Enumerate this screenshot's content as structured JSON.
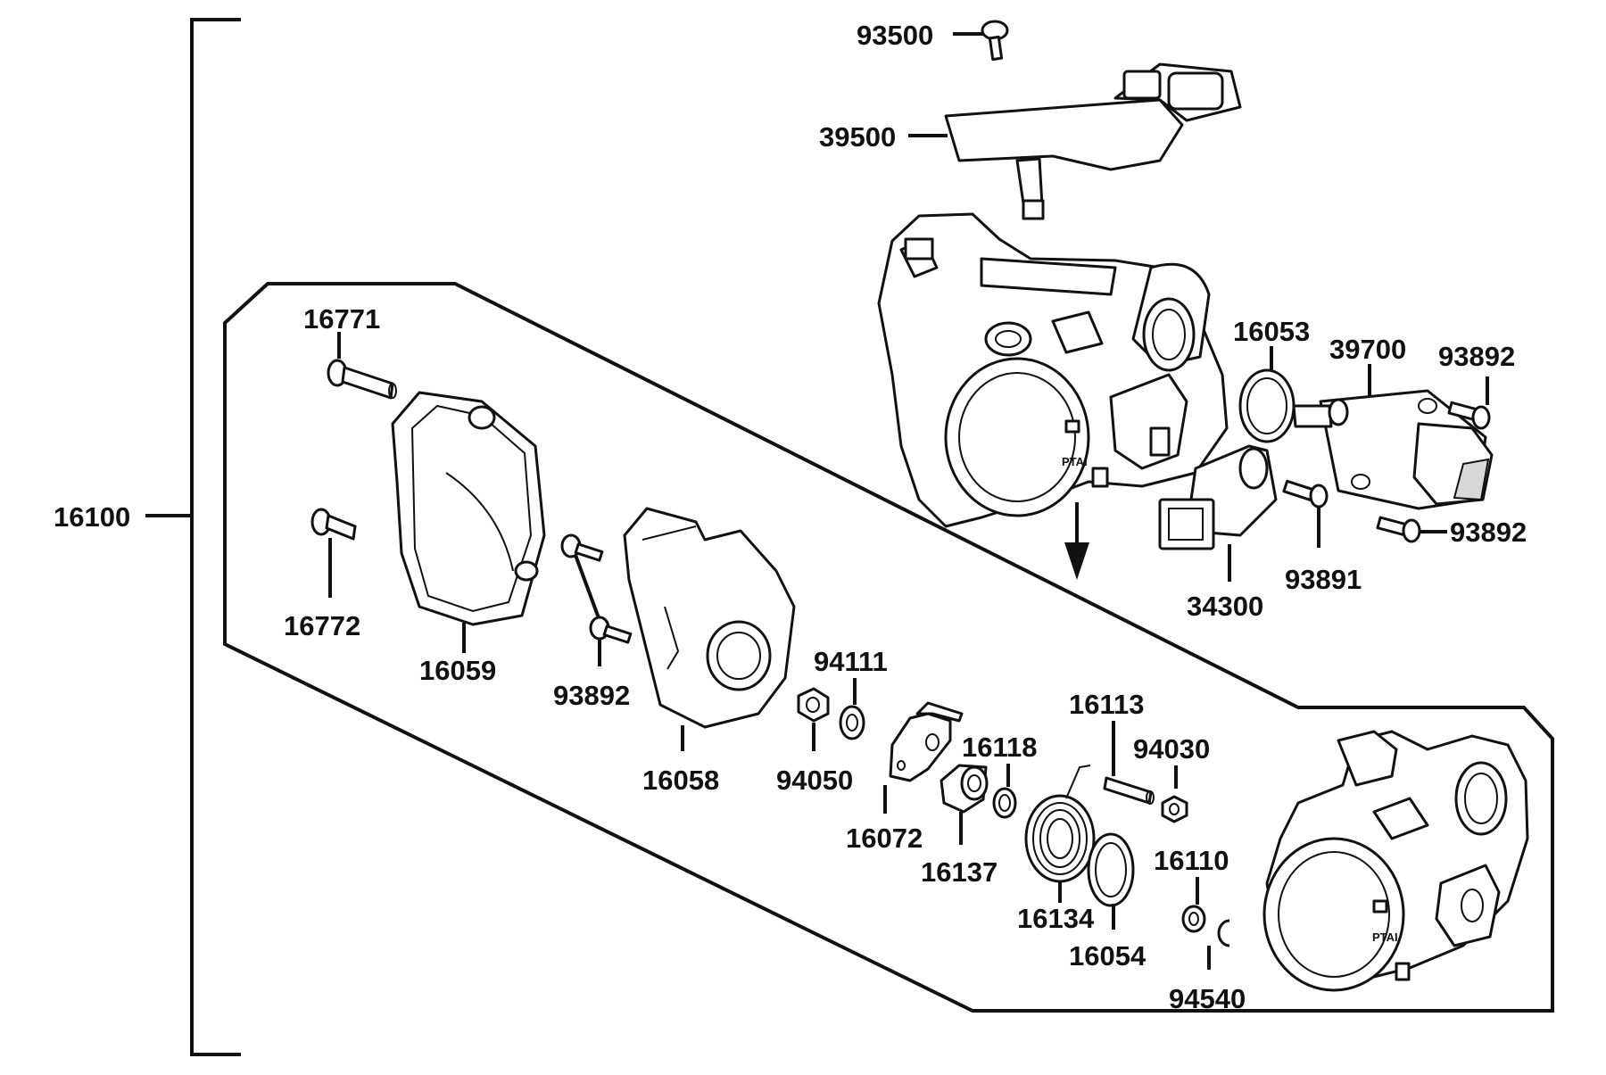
{
  "assembly_label": "16100",
  "part_labels": {
    "p93500": "93500",
    "p39500": "39500",
    "p16771": "16771",
    "p16772": "16772",
    "p16059": "16059",
    "p93892_left": "93892",
    "p16058": "16058",
    "p94050": "94050",
    "p94111": "94111",
    "p16072": "16072",
    "p16137": "16137",
    "p16118": "16118",
    "p16113": "16113",
    "p94030": "94030",
    "p16134": "16134",
    "p16054": "16054",
    "p16110": "16110",
    "p94540": "94540",
    "p16053": "16053",
    "p39700": "39700",
    "p93892_top": "93892",
    "p93892_right": "93892",
    "p93891": "93891",
    "p34300": "34300"
  },
  "body_marking": "PTAI",
  "colors": {
    "line": "#111111",
    "background": "#ffffff",
    "shade": "#d8d8d8"
  }
}
